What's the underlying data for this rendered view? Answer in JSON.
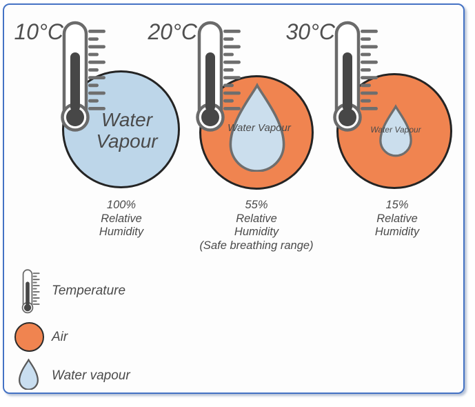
{
  "panels": [
    {
      "temperature": "10°C",
      "vapour_label": "Water Vapour",
      "humidity_value": "100%",
      "humidity_label": "Relative\nHumidity",
      "note": ""
    },
    {
      "temperature": "20°C",
      "vapour_label": "Water Vapour",
      "humidity_value": "55%",
      "humidity_label": "Relative\nHumidity",
      "note": "(Safe breathing range)"
    },
    {
      "temperature": "30°C",
      "vapour_label": "Water Vapour",
      "humidity_value": "15%",
      "humidity_label": "Relative\nHumidity",
      "note": ""
    }
  ],
  "legend": {
    "temperature_label": "Temperature",
    "air_label": "Air",
    "water_vapour_label": "Water vapour"
  },
  "colors": {
    "frame_border": "#4472C4",
    "air_orange": "#F08450",
    "water_vapour_circle_blue": "#BDD6E9",
    "water_vapour_droplet_blue": "#CBDEED",
    "circle_outline_dark": "#242424",
    "droplet_outline_gray": "#6E6E6E",
    "thermometer_dark": "#474747",
    "text_gray": "#4A4A4A"
  }
}
